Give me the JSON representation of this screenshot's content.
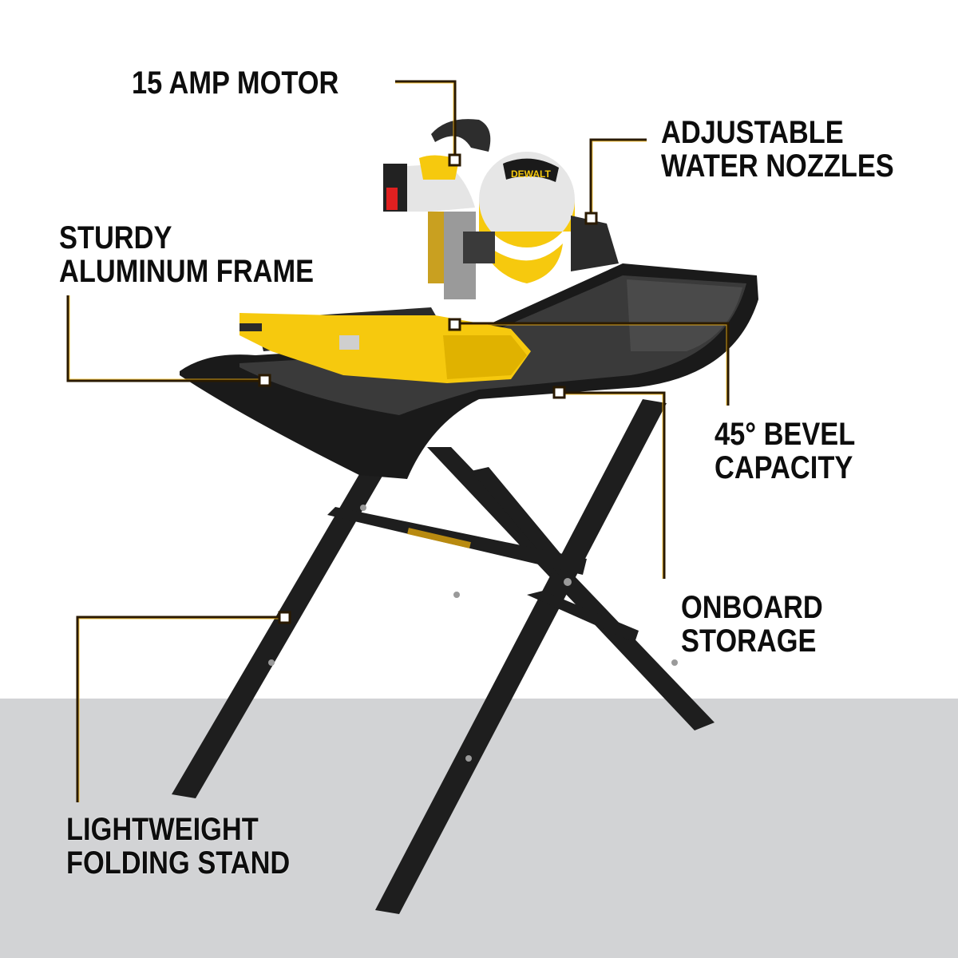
{
  "product": {
    "brand": "DEWALT",
    "type": "tile saw with folding stand"
  },
  "colors": {
    "accent_yellow": "#febd17",
    "callout_line": "#2a1a00",
    "background": "#ffffff",
    "floor": "#d2d3d5",
    "text": "#0d0d0d",
    "frame_black": "#1e1e1e"
  },
  "callouts": [
    {
      "id": "motor",
      "lines": [
        "15 AMP MOTOR"
      ]
    },
    {
      "id": "nozzles",
      "lines": [
        "ADJUSTABLE",
        "WATER NOZZLES"
      ]
    },
    {
      "id": "frame",
      "lines": [
        "STURDY",
        "ALUMINUM FRAME"
      ]
    },
    {
      "id": "bevel",
      "lines": [
        "45° BEVEL",
        "CAPACITY"
      ]
    },
    {
      "id": "storage",
      "lines": [
        "ONBOARD",
        "STORAGE"
      ]
    },
    {
      "id": "stand",
      "lines": [
        "LIGHTWEIGHT",
        "FOLDING STAND"
      ]
    }
  ]
}
